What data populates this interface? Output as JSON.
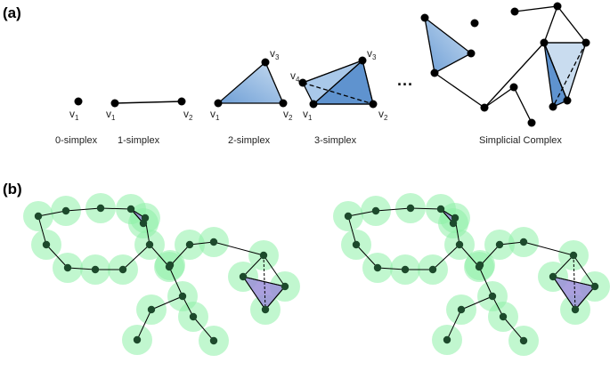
{
  "panel_a": {
    "label": "(a)",
    "captions": [
      "0-simplex",
      "1-simplex",
      "2-simplex",
      "3-simplex",
      "Simplicial Complex"
    ],
    "vertex_prefix": "v",
    "ellipsis": "···"
  },
  "panel_b": {
    "label": "(b)"
  },
  "colors": {
    "tri_fill": "#9ec2e6",
    "tri_dark": "#5b8fcc",
    "tri_light": "#c9dcef",
    "disk": "#8ef0a8",
    "node": "#1d4a2c",
    "simplex_fill": "#9b8fd8"
  }
}
